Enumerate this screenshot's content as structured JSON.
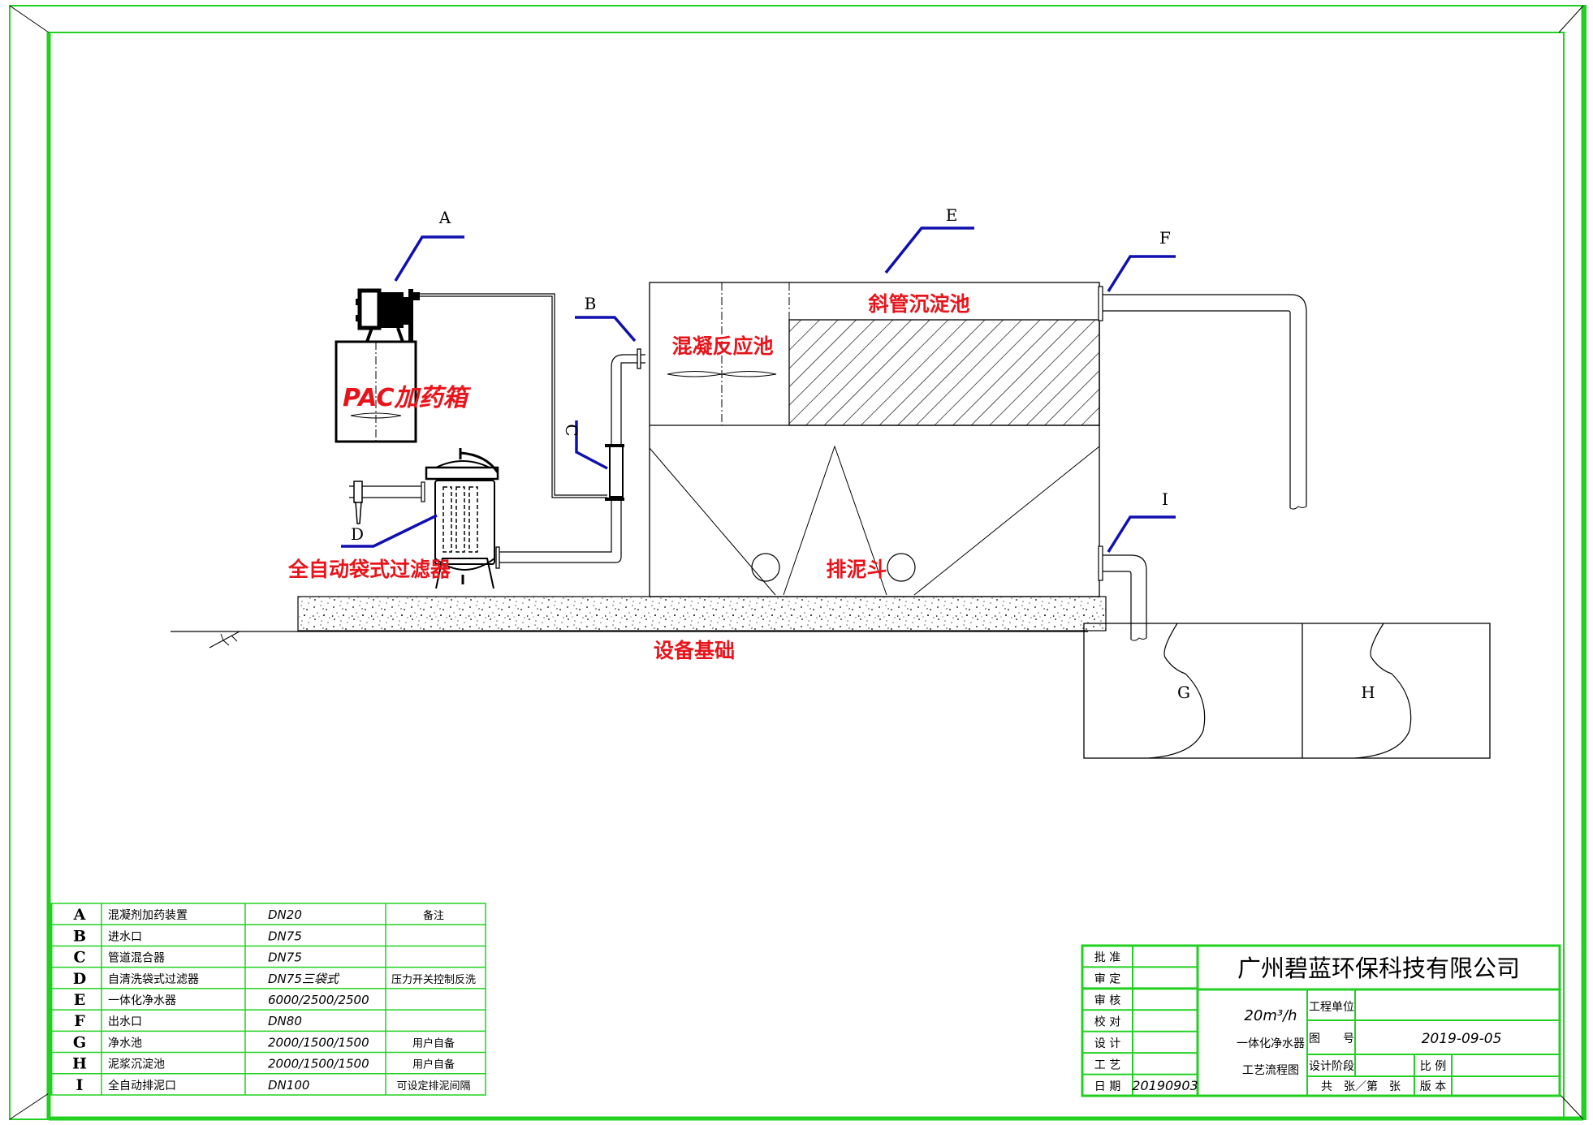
{
  "drawing": {
    "type": "process-flow-diagram",
    "colors": {
      "frame": "#22d022",
      "leader": "#1010b0",
      "annotation": "#e8141b",
      "line": "#000000"
    },
    "callouts": {
      "A": "A",
      "B": "B",
      "C": "C",
      "D": "D",
      "E": "E",
      "F": "F",
      "G": "G",
      "H": "H",
      "I": "I"
    },
    "annotations": {
      "pac_tank": "PAC加药箱",
      "coag_tank": "混凝反应池",
      "settling_tank": "斜管沉淀池",
      "sludge_hopper": "排泥斗",
      "bag_filter": "全自动袋式过滤器",
      "foundation": "设备基础"
    }
  },
  "legend_table": {
    "rows": [
      {
        "code": "A",
        "name": "混凝剂加药装置",
        "spec": "DN20",
        "note": "备注"
      },
      {
        "code": "B",
        "name": "进水口",
        "spec": "DN75",
        "note": ""
      },
      {
        "code": "C",
        "name": "管道混合器",
        "spec": "DN75",
        "note": ""
      },
      {
        "code": "D",
        "name": "自清洗袋式过滤器",
        "spec": "DN75三袋式",
        "note": "压力开关控制反洗"
      },
      {
        "code": "E",
        "name": "一体化净水器",
        "spec": "6000/2500/2500",
        "note": ""
      },
      {
        "code": "F",
        "name": "出水口",
        "spec": "DN80",
        "note": ""
      },
      {
        "code": "G",
        "name": "净水池",
        "spec": "2000/1500/1500",
        "note": "用户自备"
      },
      {
        "code": "H",
        "name": "泥浆沉淀池",
        "spec": "2000/1500/1500",
        "note": "用户自备"
      },
      {
        "code": "I",
        "name": "全自动排泥口",
        "spec": "DN100",
        "note": "可设定排泥间隔"
      }
    ]
  },
  "title_block": {
    "company": "广州碧蓝环保科技有限公司",
    "roles": [
      "批 准",
      "审 定",
      "审 核",
      "校 对",
      "设 计",
      "工 艺",
      "日 期"
    ],
    "date_value": "20190903",
    "capacity": "20m³/h",
    "product": "一体化净水器",
    "drawing_name": "工艺流程图",
    "project_unit_label": "工程单位",
    "project_unit_value": "",
    "drawing_no_label": "图　　号",
    "drawing_no_value": "2019-09-05",
    "design_stage_label": "设计阶段",
    "design_stage_value": "",
    "scale_label": "比 例",
    "scale_value": "",
    "sheets_label": "共　张／第　张",
    "version_label": "版 本",
    "version_value": ""
  }
}
